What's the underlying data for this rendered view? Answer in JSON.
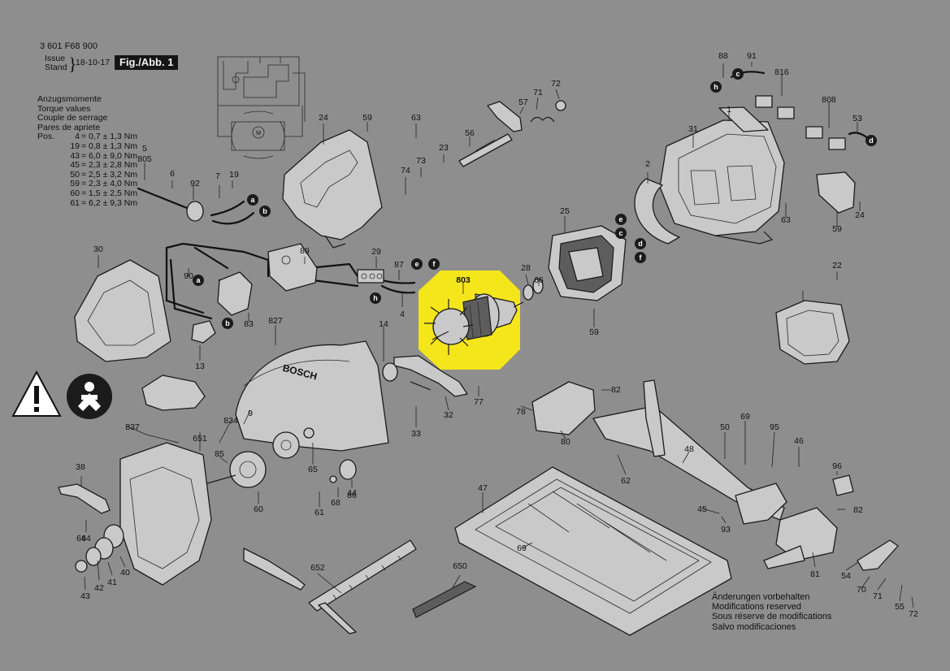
{
  "header": {
    "drawing_number": "3 601 F68 900",
    "issue_label_1": "Issue",
    "issue_label_2": "Stand",
    "issue_date": "18-10-17",
    "figure_tag": "Fig./Abb. 1"
  },
  "torque": {
    "titles": [
      "Anzugsmomente",
      "Torque values",
      "Couple de serrage",
      "Pares de apriete"
    ],
    "rows": [
      {
        "pos": "Pos.",
        "no": "4",
        "value": "= 0,7 ± 1,3 Nm"
      },
      {
        "pos": "",
        "no": "19",
        "value": "= 0,8 ± 1,3 Nm"
      },
      {
        "pos": "",
        "no": "43",
        "value": "= 6,0 ± 9,0 Nm"
      },
      {
        "pos": "",
        "no": "45",
        "value": "= 2,3 ± 2,8 Nm"
      },
      {
        "pos": "",
        "no": "50",
        "value": "= 2,5 ± 3,2 Nm"
      },
      {
        "pos": "",
        "no": "59",
        "value": "= 2,3 ± 4,0 Nm"
      },
      {
        "pos": "",
        "no": "60",
        "value": "= 1,5 ± 2,5 Nm"
      },
      {
        "pos": "",
        "no": "61",
        "value": "= 6,2 ± 9,3 Nm"
      }
    ]
  },
  "footer_notes": [
    "Änderungen vorbehalten",
    "Modifications reserved",
    "Sous réserve de modifications",
    "Salvo modificaciones"
  ],
  "highlight": {
    "part_number": "803",
    "color": "#f5e51b"
  },
  "brand_text": "BOSCH",
  "connection_markers": [
    "a",
    "b",
    "c",
    "d",
    "e",
    "f",
    "h"
  ],
  "part_numbers": [
    "5",
    "805",
    "6",
    "92",
    "7",
    "19",
    "24",
    "59",
    "63",
    "56",
    "57",
    "71",
    "72",
    "88",
    "91",
    "816",
    "808",
    "1",
    "31",
    "53",
    "74",
    "73",
    "23",
    "2",
    "25",
    "59",
    "63",
    "24",
    "30",
    "90",
    "89",
    "29",
    "87",
    "4",
    "83",
    "13",
    "28",
    "66",
    "59",
    "22",
    "803",
    "14",
    "827",
    "32",
    "33",
    "77",
    "78",
    "82",
    "80",
    "837",
    "651",
    "834",
    "9",
    "85",
    "65",
    "86",
    "64",
    "68",
    "61",
    "44",
    "60",
    "38",
    "64",
    "43",
    "42",
    "41",
    "40",
    "652",
    "650",
    "47",
    "69",
    "62",
    "48",
    "50",
    "69",
    "95",
    "46",
    "96",
    "82",
    "45",
    "93",
    "81",
    "54",
    "70",
    "71",
    "55",
    "72"
  ],
  "icons": [
    "warning-triangle-icon",
    "read-manual-icon"
  ]
}
